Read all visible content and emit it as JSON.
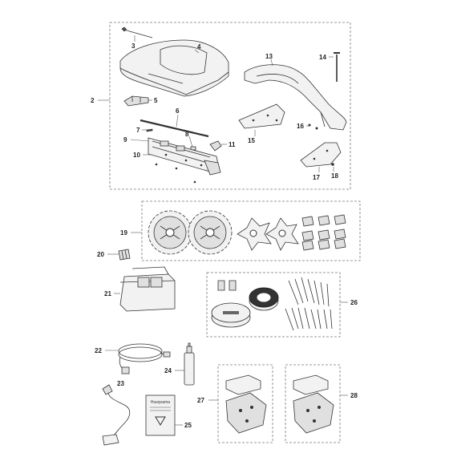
{
  "callouts": {
    "c2": "2",
    "c3": "3",
    "c4": "4",
    "c5": "5",
    "c6": "6",
    "c7": "7",
    "c8": "8",
    "c9": "9",
    "c10": "10",
    "c11": "11",
    "c13": "13",
    "c14": "14",
    "c15": "15",
    "c16": "16",
    "c17": "17",
    "c18": "18",
    "c19": "19",
    "c20": "20",
    "c21": "21",
    "c22": "22",
    "c23": "23",
    "c24": "24",
    "c25": "25",
    "c26": "26",
    "c27": "27",
    "c28": "28"
  },
  "logo_text": "Husqvarna",
  "colors": {
    "line": "#333333",
    "box": "#777777",
    "fill": "#f2f2f2"
  }
}
